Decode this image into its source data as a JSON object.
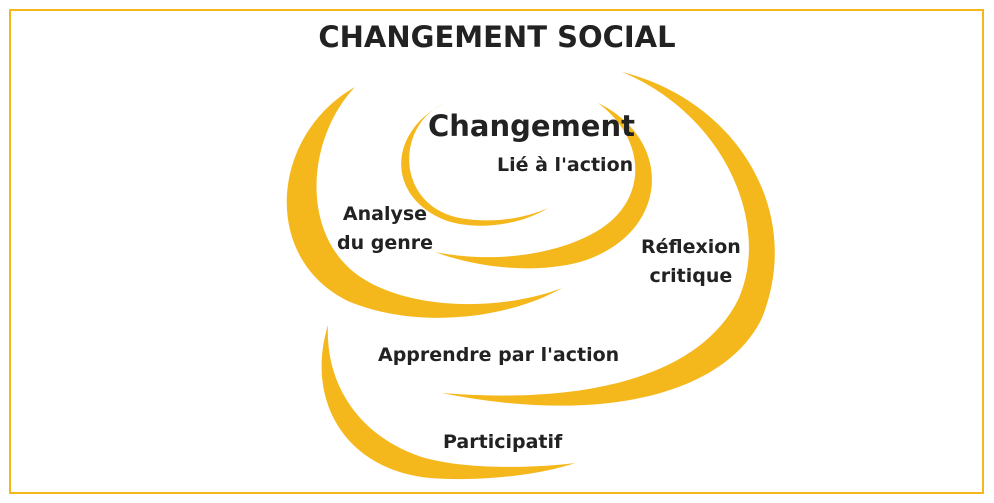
{
  "diagram": {
    "title": "CHANGEMENT SOCIAL",
    "accent_color": "#f5b81c",
    "labels": {
      "changement": "Changement",
      "lie_action": "Lié à l'action",
      "analyse_line1": "Analyse",
      "analyse_line2": "du genre",
      "reflexion_line1": "Réflexion",
      "reflexion_line2": "critique",
      "apprendre": "Apprendre par l'action",
      "participatif": "Participatif"
    }
  }
}
